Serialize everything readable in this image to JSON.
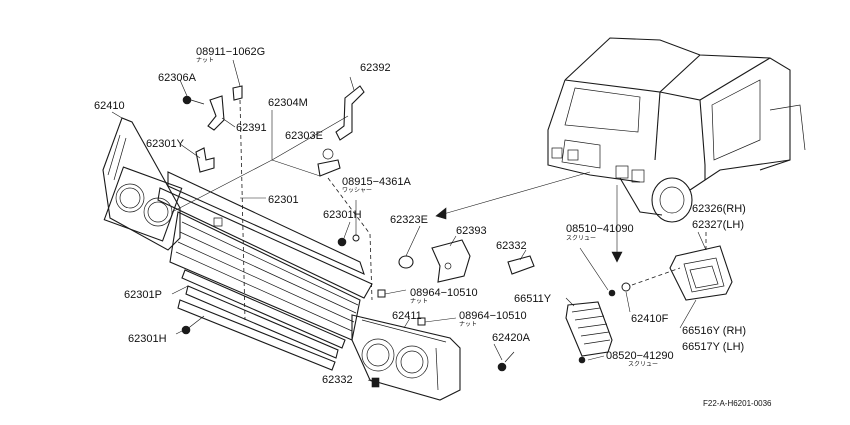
{
  "figure_code": "F22-A-H6201-0036",
  "labels": {
    "p08911_1062G": "08911−1062G",
    "p08911_sub": "ナット",
    "p62306A": "62306A",
    "p62391": "62391",
    "p62392": "62392",
    "p62304M": "62304M",
    "p62303E": "62303E",
    "p62410": "62410",
    "p62301Y": "62301Y",
    "p62301": "62301",
    "p08915_4361A": "08915−4361A",
    "p08915_sub": "ワッシャー",
    "p62301H_top": "62301H",
    "p62323E": "62323E",
    "p62393": "62393",
    "p62332_top": "62332",
    "p08510_41090": "08510−41090",
    "p08510_sub": "スクリュー",
    "p62326": "62326(RH)",
    "p62327": "62327(LH)",
    "p62301P": "62301P",
    "p08964_a": "08964−10510",
    "p08964_a_sub": "ナット",
    "p08964_b": "08964−10510",
    "p08964_b_sub": "ナット",
    "p62411": "62411",
    "p66511Y": "66511Y",
    "p62410F": "62410F",
    "p66516Y": "66516Y (RH)",
    "p66517Y": "66517Y (LH)",
    "p62301H_bot": "62301H",
    "p62420A": "62420A",
    "p08520_41290": "08520−41290",
    "p08520_sub": "スクリュー",
    "p62332_bot": "62332"
  }
}
